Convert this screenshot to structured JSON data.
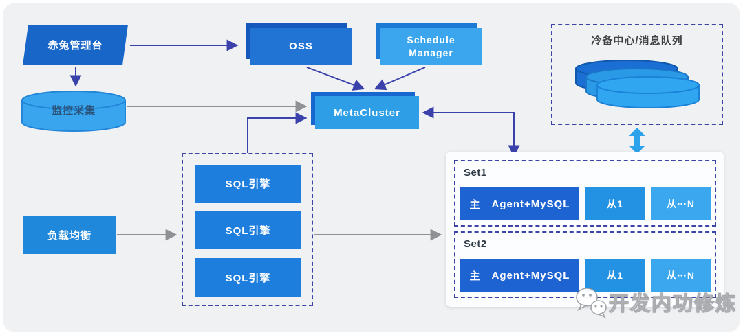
{
  "palette": {
    "canvas_bg": "#eff1f3",
    "deep_blue": "#1459bb",
    "primary_blue": "#2173d4",
    "sky_blue": "#3ba6ee",
    "metacluster_blue": "#2e9fe7",
    "engine_blue": "#1d7edd",
    "master_blue": "#1d63d2",
    "slave_blue": "#2492e2",
    "slave_n_blue": "#3aa7ee",
    "cylinder_blue": "#38a5ee",
    "disk_dark": "#1b6ed3",
    "disk_light": "#31a6f0",
    "arrow_navy": "#3a41ab",
    "arrow_gray": "#8f9194",
    "dashed_border": "#3d44a6"
  },
  "nodes": {
    "chitu": {
      "label": "赤兔管理台"
    },
    "monitor": {
      "label": "监控采集"
    },
    "oss": {
      "label": "OSS"
    },
    "schedule": {
      "label": "Schedule\nManager"
    },
    "metacluster": {
      "label": "MetaCluster"
    },
    "load_balancer": {
      "label": "负载均衡"
    },
    "sql_engines": [
      "SQL引擎",
      "SQL引擎",
      "SQL引擎"
    ],
    "cold_backup": {
      "title": "冷备中心/消息队列"
    }
  },
  "sets": [
    {
      "label": "Set1",
      "master_tag": "主",
      "master_name": "Agent+MySQL",
      "slave_first": "从1",
      "slave_last": "从⋯N"
    },
    {
      "label": "Set2",
      "master_tag": "主",
      "master_name": "Agent+MySQL",
      "slave_first": "从1",
      "slave_last": "从⋯N"
    }
  ],
  "watermark": {
    "text": "开发内功修炼",
    "icon": "wechat-icon"
  }
}
